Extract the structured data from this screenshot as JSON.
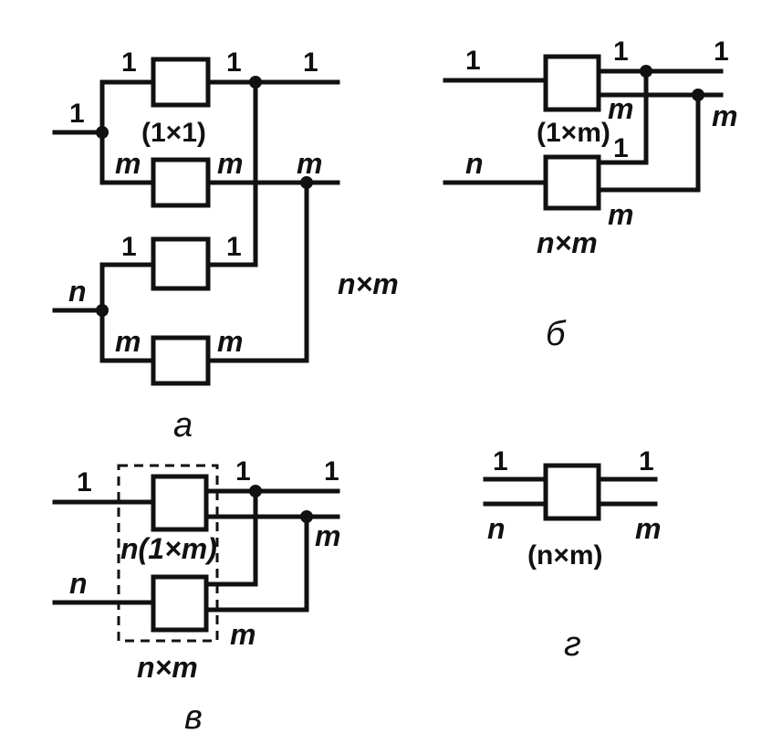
{
  "diagrams": {
    "a": {
      "caption": "а",
      "labels": {
        "in_top": "1",
        "out_top1": "1",
        "out_top2": "1",
        "left_1": "1",
        "box_title": "(1×1)",
        "m_in": "m",
        "m_out": "m",
        "m_right": "m",
        "mid_in": "1",
        "mid_out": "1",
        "n_in": "n",
        "nm": "n×m",
        "bot_in": "m",
        "bot_out": "m"
      }
    },
    "b": {
      "caption": "б",
      "labels": {
        "in_1": "1",
        "out_1a": "1",
        "out_1b": "1",
        "m_under": "m",
        "m_right": "m",
        "box_title": "(1×m)",
        "small_1": "1",
        "n_in": "n",
        "m_bottom": "m",
        "nxm": "n×m"
      }
    },
    "v": {
      "caption": "в",
      "labels": {
        "in_1": "1",
        "out_1a": "1",
        "out_1b": "1",
        "m_right": "m",
        "group_title": "n(1×m)",
        "n_in": "n",
        "m_bottom": "m",
        "nxm": "n×m"
      }
    },
    "g": {
      "caption": "г",
      "labels": {
        "in_1": "1",
        "out_1": "1",
        "n_in": "n",
        "m_out": "m",
        "box_title": "(n×m)"
      }
    }
  }
}
